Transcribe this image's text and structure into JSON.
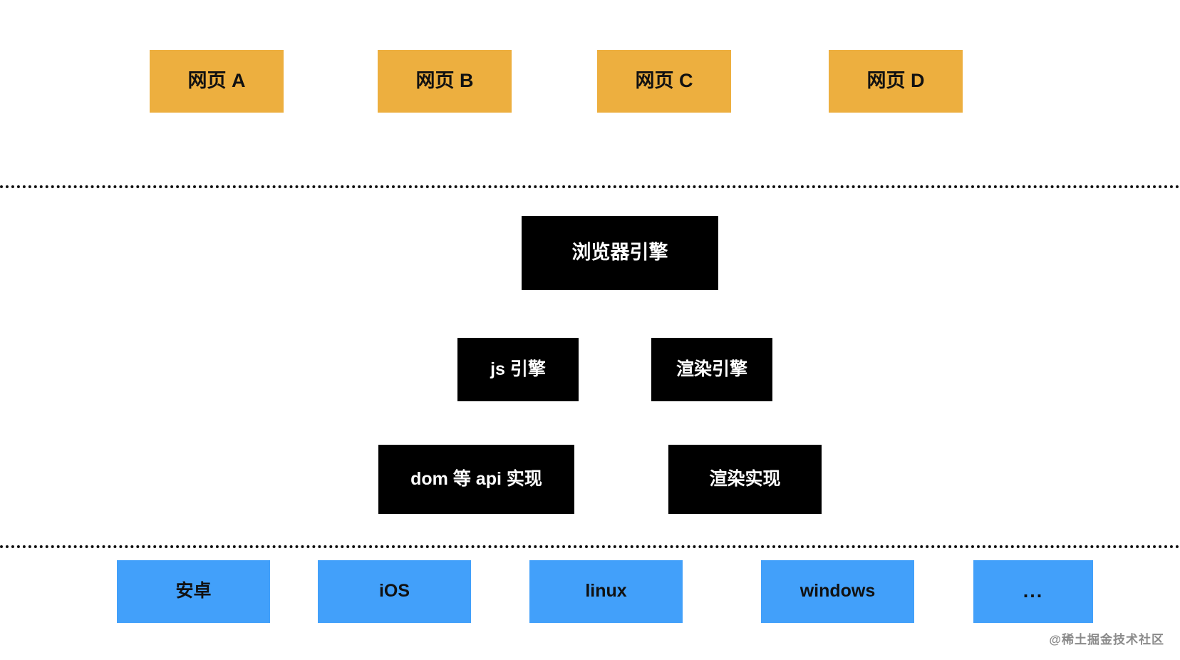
{
  "diagram": {
    "title": "browser-architecture-layers",
    "colors": {
      "page_layer": "#edaf3f",
      "engine_layer": "#000000",
      "os_layer": "#42a0fa",
      "divider": "#111111",
      "page_text": "#111111",
      "engine_text": "#ffffff",
      "os_text": "#111111",
      "watermark": "#8a8a8a",
      "background": "#ffffff"
    },
    "layers": {
      "pages": {
        "items": [
          {
            "label": "网页 A"
          },
          {
            "label": "网页 B"
          },
          {
            "label": "网页 C"
          },
          {
            "label": "网页 D"
          }
        ]
      },
      "engine": {
        "main": {
          "label": "浏览器引擎"
        },
        "sub": [
          {
            "label": "js 引擎"
          },
          {
            "label": "渲染引擎"
          }
        ],
        "impl": [
          {
            "label": "dom 等 api 实现"
          },
          {
            "label": "渲染实现"
          }
        ]
      },
      "os": {
        "items": [
          {
            "label": "安卓"
          },
          {
            "label": "iOS"
          },
          {
            "label": "linux"
          },
          {
            "label": "windows"
          },
          {
            "label": "..."
          }
        ]
      }
    },
    "watermark": "@稀土掘金技术社区"
  }
}
